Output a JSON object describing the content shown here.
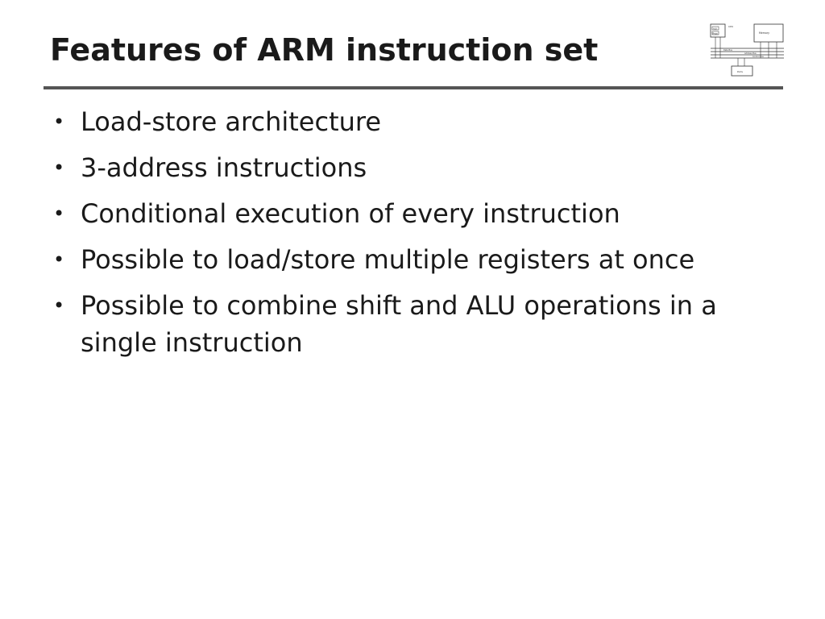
{
  "slide": {
    "title": "Features of ARM instruction set",
    "bullets": [
      "Load-store architecture",
      "3-address instructions",
      "Conditional execution of every instruction",
      "Possible to load/store multiple registers at once",
      "Possible to combine shift and ALU operations in a single instruction"
    ],
    "bullet_symbol": "•",
    "logo": {
      "icon": "computer-architecture-diagram-icon",
      "labels": [
        "ALU",
        "Regs",
        "CPU",
        "Memory",
        "Data Bus",
        "Address Bus",
        "Control Bus",
        "Ports"
      ]
    }
  }
}
